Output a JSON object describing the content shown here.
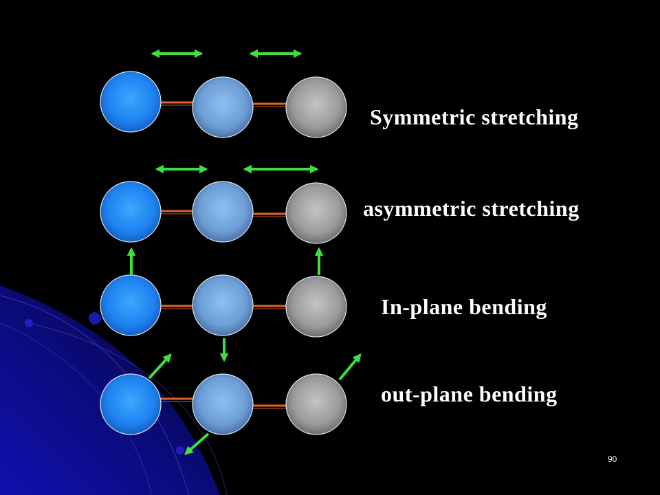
{
  "diagram": {
    "labels": [
      "Symmetric stretching",
      "asymmetric stretching",
      "In-plane bending",
      "out-plane bending"
    ]
  },
  "page_number": "90",
  "colors": {
    "background": "#000000",
    "atom_left": "#2f8fff",
    "atom_middle": "#7aaee6",
    "atom_right": "#a8a8a8",
    "bond": "#e2622a",
    "arrow": "#40e040",
    "text": "#ffffff"
  }
}
